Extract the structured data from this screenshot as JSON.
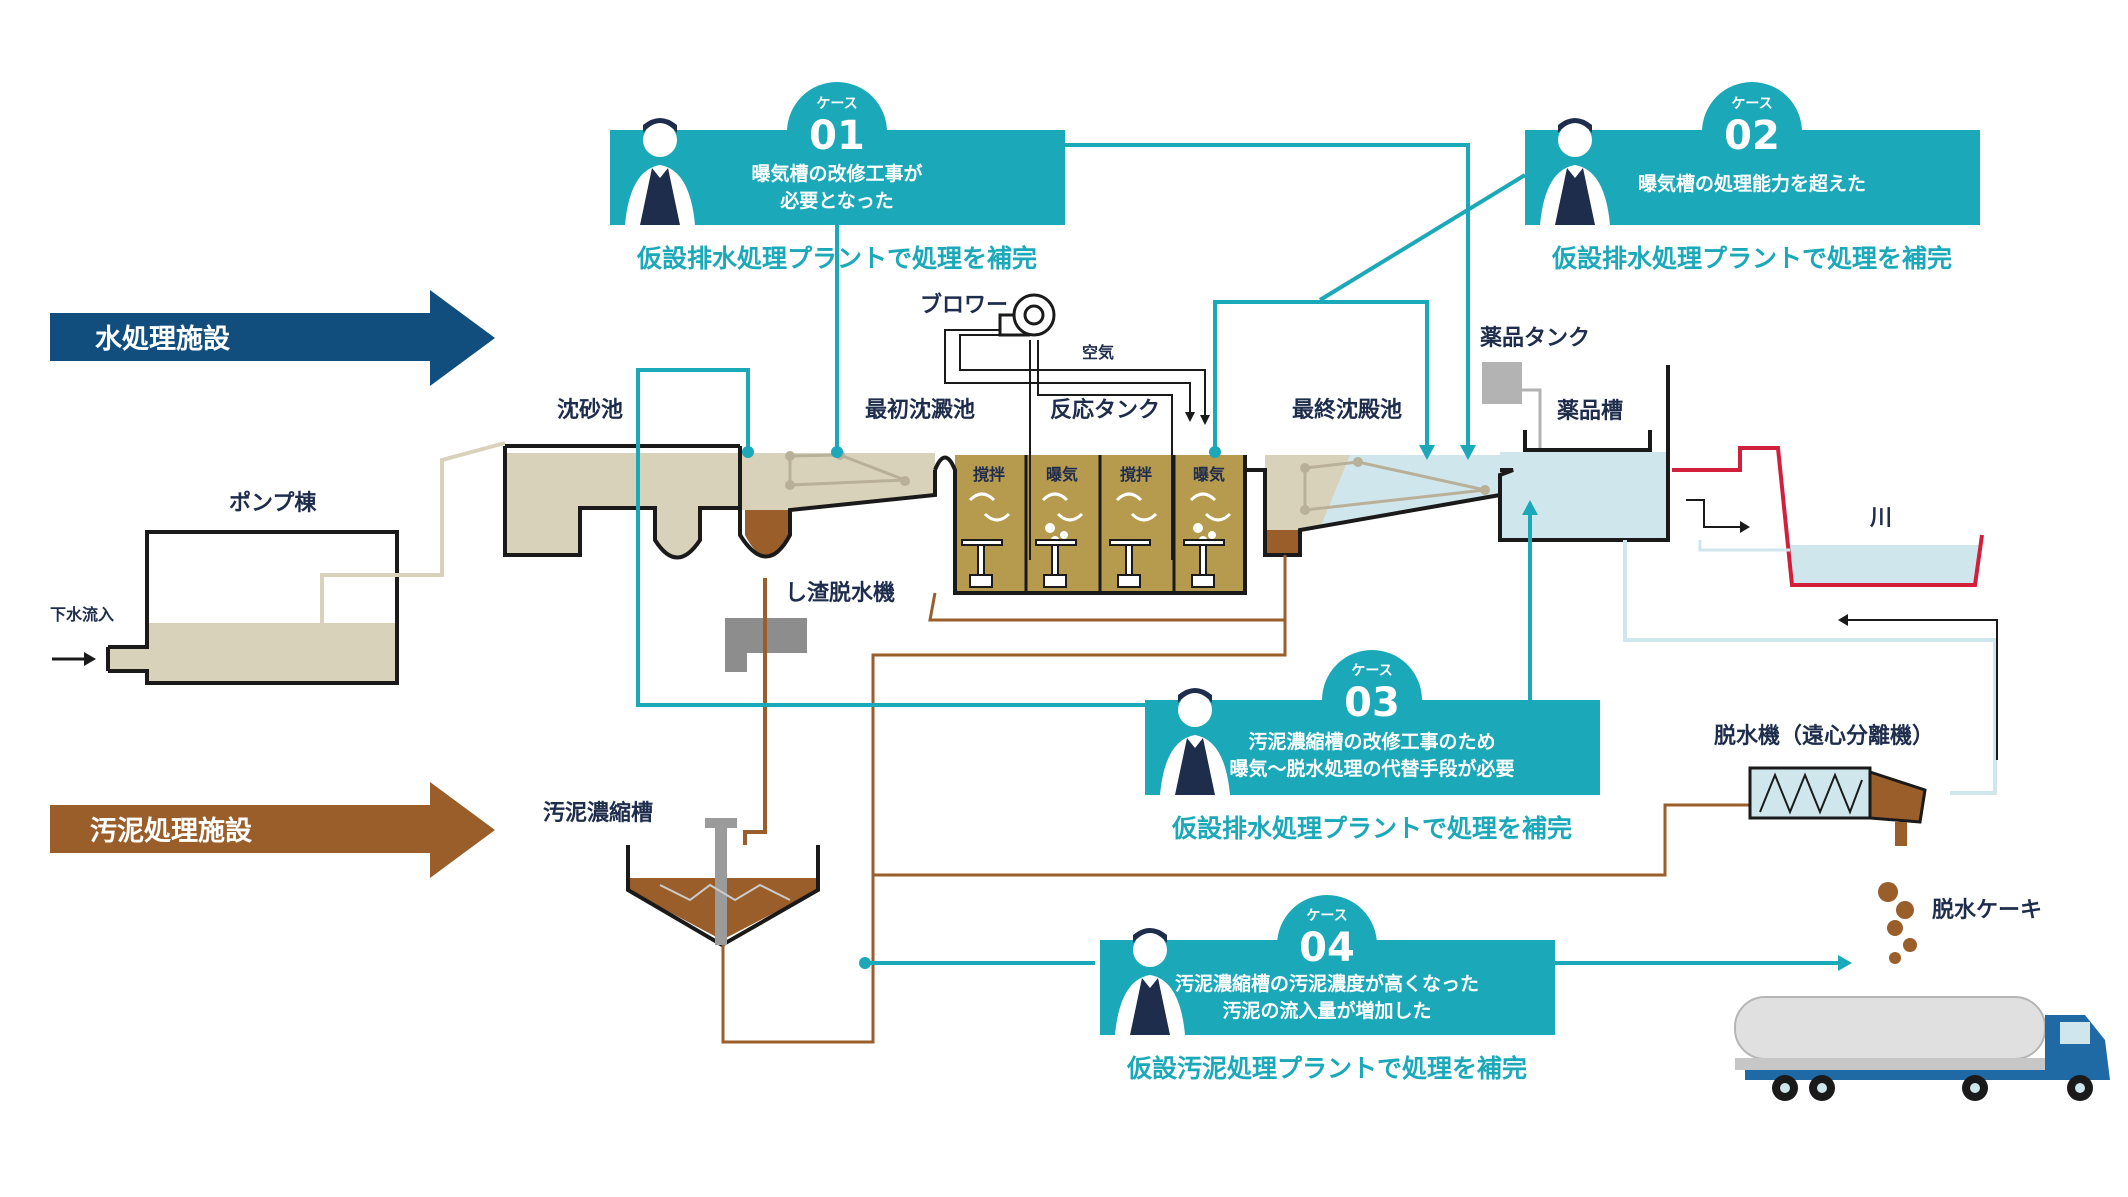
{
  "sections": {
    "water": "水処理施設",
    "sludge": "汚泥処理施設"
  },
  "labels": {
    "inflow": "下水流入",
    "pump": "ポンプ棟",
    "grit": "沈砂池",
    "primary": "最初沈澱池",
    "blower": "ブロワー",
    "air": "空気",
    "reactor": "反応タンク",
    "final": "最終沈殿池",
    "chem_tank": "薬品タンク",
    "chem_basin": "薬品槽",
    "river": "川",
    "screenings": "し渣脱水機",
    "thickener": "汚泥濃縮槽",
    "dewater": "脱水機（遠心分離機）",
    "cake": "脱水ケーキ",
    "stir1": "撹拌",
    "aer1": "曝気",
    "stir2": "撹拌",
    "aer2": "曝気"
  },
  "cases": [
    {
      "tag": "ケース",
      "num": "01",
      "line1": "曝気槽の改修工事が",
      "line2": "必要となった",
      "supplement": "仮設排水処理プラントで処理を補完"
    },
    {
      "tag": "ケース",
      "num": "02",
      "line1": "曝気槽の処理能力を超えた",
      "line2": "",
      "supplement": "仮設排水処理プラントで処理を補完"
    },
    {
      "tag": "ケース",
      "num": "03",
      "line1": "汚泥濃縮槽の改修工事のため",
      "line2": "曝気～脱水処理の代替手段が必要",
      "supplement": "仮設排水処理プラントで処理を補完"
    },
    {
      "tag": "ケース",
      "num": "04",
      "line1": "汚泥濃縮槽の汚泥濃度が高くなった",
      "line2": "汚泥の流入量が増加した",
      "supplement": "仮設汚泥処理プラントで処理を補完"
    }
  ],
  "colors": {
    "teal": "#1ba9b9",
    "navy": "#114e7e",
    "brown": "#9a5e2b",
    "sand": "#d9d2bb",
    "mud": "#b69a4e",
    "water": "#cfe6ec",
    "river_edge": "#d11f3c",
    "text": "#1f2d4d"
  }
}
